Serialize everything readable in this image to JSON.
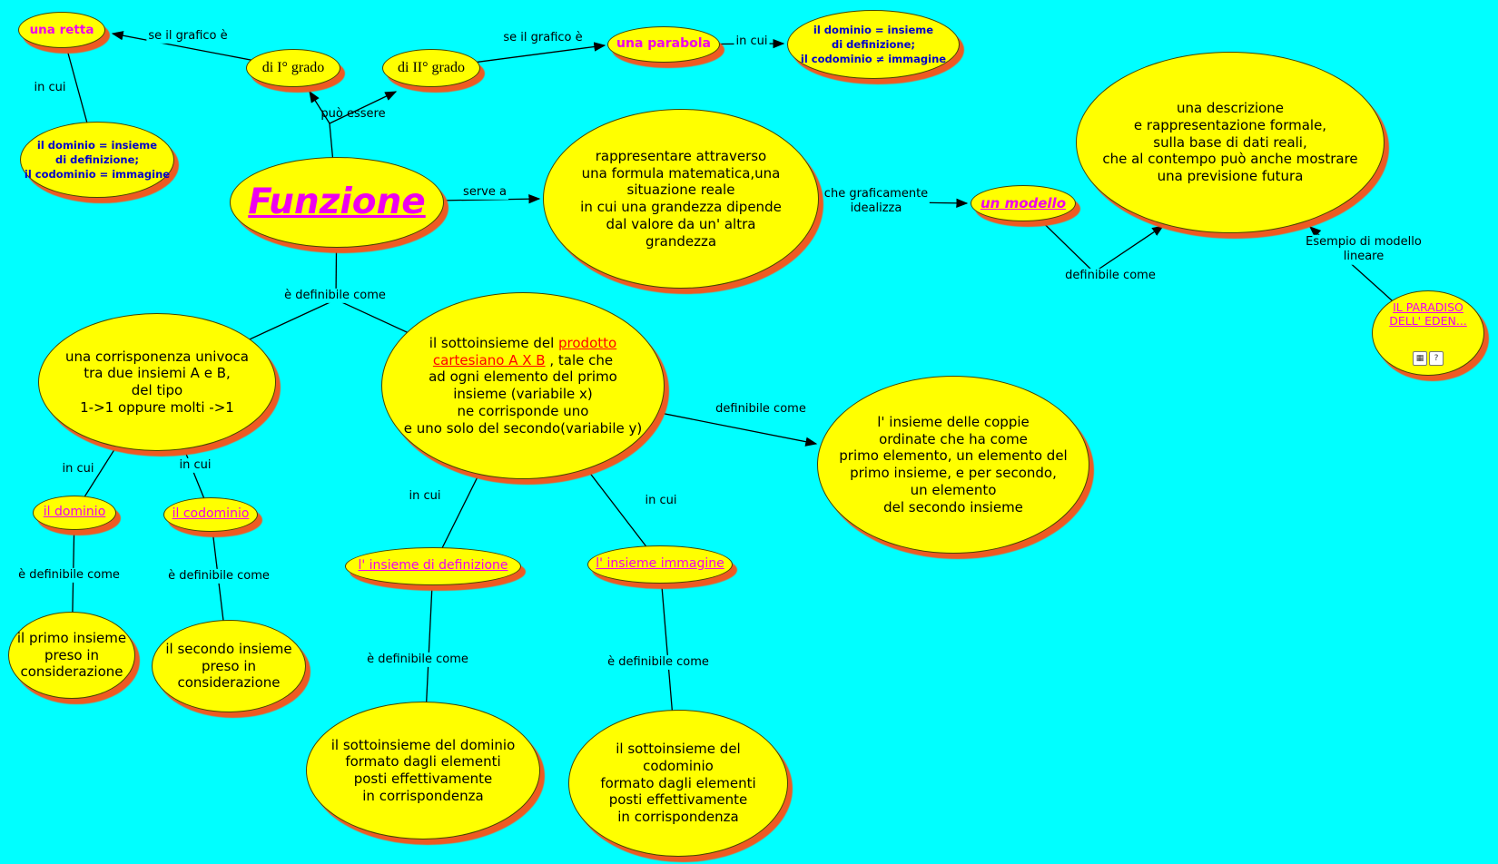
{
  "colors": {
    "background": "#00ffff",
    "node_fill": "#ffff00",
    "node_shadow": "#ee5a22",
    "magenta": "#ee00ee",
    "blue": "#0000cc",
    "red_link": "#ff0000"
  },
  "nodes": {
    "una_retta": {
      "label": "una retta"
    },
    "di_i_grado": {
      "label": "di I° grado"
    },
    "di_ii_grado": {
      "label": "di II° grado"
    },
    "una_parabola": {
      "label": "una parabola"
    },
    "dominio_top": {
      "label": "il dominio = insieme\ndi definizione;\nil codominio ≠ immagine"
    },
    "dominio_left": {
      "label": "il dominio = insieme\ndi definizione;\nil codominio = immagine"
    },
    "funzione": {
      "label": "Funzione"
    },
    "rappresentare": {
      "label": "rappresentare attraverso\nuna formula matematica,una\nsituazione reale\nin cui una grandezza dipende\ndal valore da un' altra\ngrandezza"
    },
    "un_modello": {
      "label": "un modello"
    },
    "descrizione": {
      "label": "una descrizione\ne rappresentazione formale,\nsulla base di dati reali,\nche al contempo può anche mostrare\nuna previsione futura"
    },
    "paradiso": {
      "label": "IL PARADISO\nDELL' EDEN..."
    },
    "corrispondenza": {
      "label": "una corrisponenza univoca\ntra due insiemi A e B,\ndel tipo\n1->1 oppure molti ->1"
    },
    "prodotto": {
      "pre": "il sottoinsieme del ",
      "link": "prodotto cartesiano A X B",
      "post": " , tale che\nad ogni elemento del primo\ninsieme (variabile x)\nne corrisponde uno\ne uno solo del secondo(variabile y)"
    },
    "coppie": {
      "label": "l' insieme delle coppie\nordinate che ha come\nprimo elemento, un elemento del\nprimo insieme, e per secondo,\nun elemento\ndel secondo insieme"
    },
    "il_dominio": {
      "label": "il dominio"
    },
    "il_codominio": {
      "label": "il codominio"
    },
    "insieme_definizione": {
      "label": "l' insieme di definizione"
    },
    "insieme_immagine": {
      "label": "l' insieme immagine"
    },
    "primo_insieme": {
      "label": "il primo insieme\npreso in\nconsiderazione"
    },
    "secondo_insieme": {
      "label": "il secondo insieme\npreso in\nconsiderazione"
    },
    "sotto_dominio": {
      "label": "il sottoinsieme del dominio\nformato dagli elementi\nposti effettivamente\nin corrispondenza"
    },
    "sotto_codominio": {
      "label": "il sottoinsieme del\ncodominio\nformato dagli elementi\nposti effettivamente\nin corrispondenza"
    }
  },
  "edge_labels": {
    "se_grafico_1": "se il grafico è",
    "se_grafico_2": "se il grafico è",
    "in_cui_parabola": "in cui",
    "in_cui_retta": "in cui",
    "puo_essere": "può essere",
    "serve_a": "serve a",
    "che_graficamente": "che graficamente\nidealizza",
    "definibile_come_modello": "definibile come",
    "esempio_modello": "Esempio di modello\nlineare",
    "e_definibile_funzione": "è definibile come",
    "in_cui_dominio": "in cui",
    "in_cui_codominio": "in cui",
    "definibile_come_coppie": "definibile come",
    "in_cui_definizione": "in cui",
    "in_cui_immagine": "in cui",
    "e_def_dominio": "è definibile come",
    "e_def_codominio": "è definibile come",
    "e_def_definizione": "è definibile come",
    "e_def_immagine": "è definibile come"
  },
  "icons": {
    "paradiso_icon_1": "▦",
    "paradiso_icon_2": "?"
  }
}
